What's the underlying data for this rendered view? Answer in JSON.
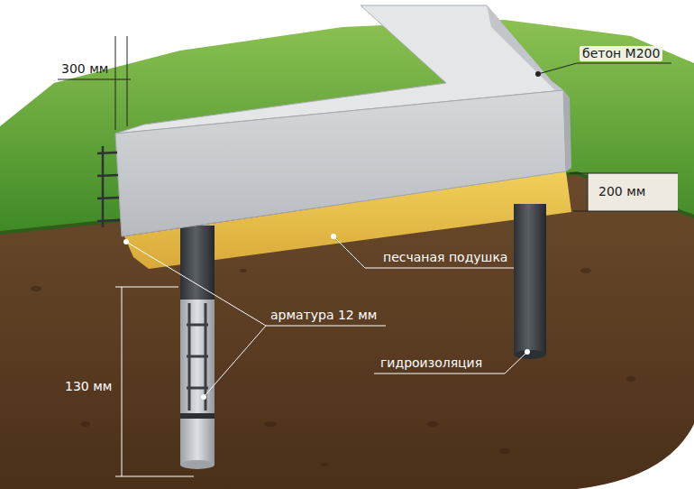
{
  "diagram": {
    "labels": [
      "300 мм",
      "бетон М200",
      "200 мм",
      "песчаная подушка",
      "арматура 12 мм",
      "130 мм",
      "гидроизоляция"
    ]
  }
}
